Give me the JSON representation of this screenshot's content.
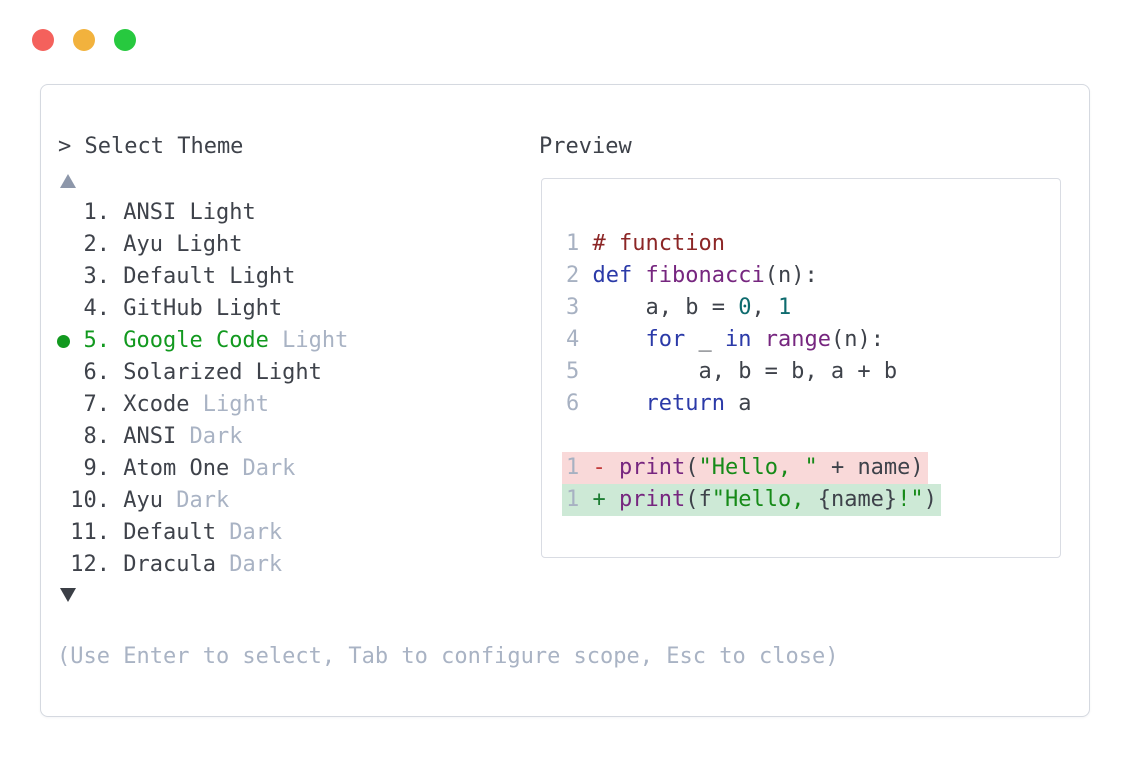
{
  "window": {
    "traffic_lights": [
      {
        "name": "close",
        "color": "#f4615c"
      },
      {
        "name": "minimize",
        "color": "#f2b23d"
      },
      {
        "name": "zoom",
        "color": "#27c93f"
      }
    ]
  },
  "prompt": {
    "text": "> Select Theme"
  },
  "preview": {
    "label": "Preview"
  },
  "theme_list": {
    "up_arrow": {
      "direction": "up",
      "active": false
    },
    "down_arrow": {
      "direction": "down",
      "active": true
    },
    "items": [
      {
        "number": "1",
        "name": "ANSI",
        "variant": "Light",
        "variant_muted": false,
        "selected": false
      },
      {
        "number": "2",
        "name": "Ayu",
        "variant": "Light",
        "variant_muted": false,
        "selected": false
      },
      {
        "number": "3",
        "name": "Default",
        "variant": "Light",
        "variant_muted": false,
        "selected": false
      },
      {
        "number": "4",
        "name": "GitHub",
        "variant": "Light",
        "variant_muted": false,
        "selected": false
      },
      {
        "number": "5",
        "name": "Google Code",
        "variant": "Light",
        "variant_muted": true,
        "selected": true
      },
      {
        "number": "6",
        "name": "Solarized",
        "variant": "Light",
        "variant_muted": false,
        "selected": false
      },
      {
        "number": "7",
        "name": "Xcode",
        "variant": "Light",
        "variant_muted": true,
        "selected": false
      },
      {
        "number": "8",
        "name": "ANSI",
        "variant": "Dark",
        "variant_muted": true,
        "selected": false
      },
      {
        "number": "9",
        "name": "Atom One",
        "variant": "Dark",
        "variant_muted": true,
        "selected": false
      },
      {
        "number": "10",
        "name": "Ayu",
        "variant": "Dark",
        "variant_muted": true,
        "selected": false
      },
      {
        "number": "11",
        "name": "Default",
        "variant": "Dark",
        "variant_muted": true,
        "selected": false
      },
      {
        "number": "12",
        "name": "Dracula",
        "variant": "Dark",
        "variant_muted": true,
        "selected": false
      }
    ]
  },
  "code_preview": {
    "lines": [
      {
        "num": "1",
        "tokens": [
          [
            "com",
            "# function"
          ]
        ]
      },
      {
        "num": "2",
        "tokens": [
          [
            "kwd",
            "def"
          ],
          [
            "pln",
            " "
          ],
          [
            "typ",
            "fibonacci"
          ],
          [
            "pln",
            "(n):"
          ]
        ]
      },
      {
        "num": "3",
        "tokens": [
          [
            "pln",
            "    a, b = "
          ],
          [
            "lit",
            "0"
          ],
          [
            "pln",
            ", "
          ],
          [
            "lit",
            "1"
          ]
        ]
      },
      {
        "num": "4",
        "tokens": [
          [
            "pln",
            "    "
          ],
          [
            "kwd",
            "for"
          ],
          [
            "pln",
            " _ "
          ],
          [
            "kwd",
            "in"
          ],
          [
            "pln",
            " "
          ],
          [
            "typ",
            "range"
          ],
          [
            "pln",
            "(n):"
          ]
        ]
      },
      {
        "num": "5",
        "tokens": [
          [
            "pln",
            "        a, b = b, a + b"
          ]
        ]
      },
      {
        "num": "6",
        "tokens": [
          [
            "pln",
            "    "
          ],
          [
            "kwd",
            "return"
          ],
          [
            "pln",
            " a"
          ]
        ]
      },
      {
        "num": "",
        "tokens": []
      },
      {
        "num": "1",
        "bg": "#f9d9d9",
        "tokens": [
          [
            "del",
            "- "
          ],
          [
            "typ",
            "print"
          ],
          [
            "pln",
            "("
          ],
          [
            "str",
            "\"Hello, \""
          ],
          [
            "pln",
            " + name)"
          ]
        ]
      },
      {
        "num": "1",
        "bg": "#cde9d6",
        "tokens": [
          [
            "ins",
            "+ "
          ],
          [
            "typ",
            "print"
          ],
          [
            "pln",
            "(f"
          ],
          [
            "str",
            "\"Hello, "
          ],
          [
            "pln",
            "{name}"
          ],
          [
            "str",
            "!\""
          ],
          [
            "pln",
            ")"
          ]
        ]
      }
    ]
  },
  "footer": {
    "hint": "(Use Enter to select, Tab to configure scope, Esc to close)"
  },
  "colors": {
    "ui": {
      "panel_border": "#d5d9e0",
      "preview_border": "#d9dce3",
      "text_dark": "#3e424a",
      "text_muted": "#a9b3c4",
      "green": "#12991f",
      "line_number": "#a7b1c2",
      "up_arrow": "#8d97aa",
      "down_arrow": "#3b3f46"
    },
    "tokens": {
      "pln": "#3e424a",
      "com": "#8c2626",
      "kwd": "#2b3aa8",
      "typ": "#76267f",
      "lit": "#0e6b6e",
      "str": "#168a18",
      "del": "#c23b3b",
      "ins": "#1e7e34"
    }
  }
}
